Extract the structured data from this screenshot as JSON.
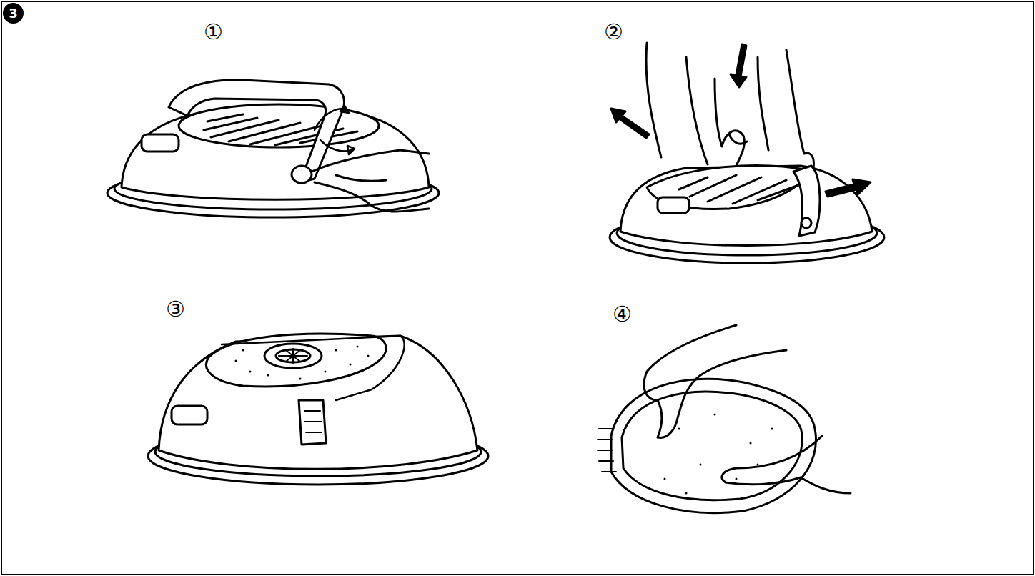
{
  "diagram": {
    "nodes": [
      {
        "text": [
          "3"
        ]
      }
    ],
    "labels": [
      "①",
      "②",
      "③",
      "④"
    ]
  }
}
